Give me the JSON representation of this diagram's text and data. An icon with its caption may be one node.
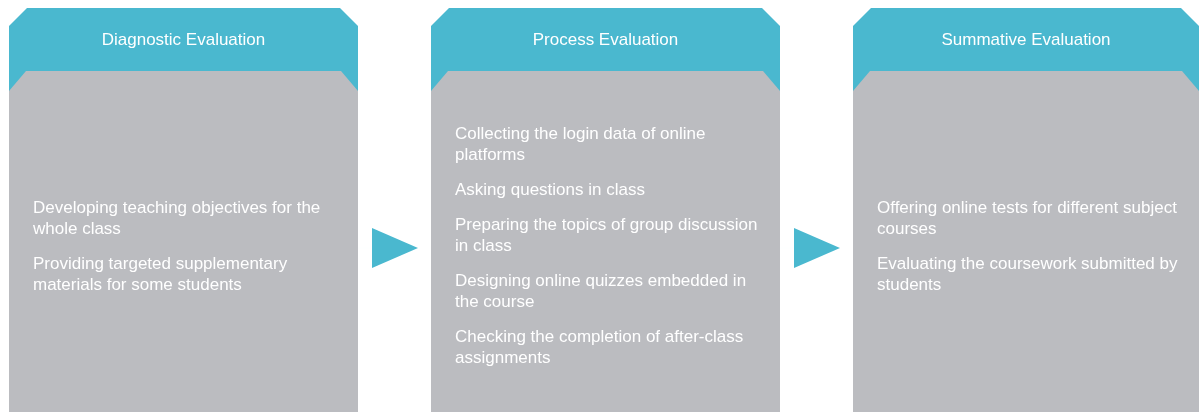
{
  "diagram": {
    "nodes": [
      {
        "text": [
          "Diagnostic Evaluation",
          "Developing teaching objectives for the whole class",
          "Providing targeted supplementary materials for some students"
        ]
      },
      {
        "text": [
          "Process Evaluation",
          "Collecting the login data of online platforms",
          "Asking questions in class",
          "Preparing the topics of group discussion in class",
          "Designing online quizzes embedded in the course",
          "Checking the completion of after-class assignments"
        ]
      },
      {
        "text": [
          "Summative Evaluation",
          "Offering online tests for different subject courses",
          "Evaluating the coursework submitted by students"
        ]
      }
    ],
    "edges": [
      {
        "from": 0,
        "to": 1,
        "arrow": "to"
      },
      {
        "from": 1,
        "to": 2,
        "arrow": "to"
      }
    ]
  }
}
